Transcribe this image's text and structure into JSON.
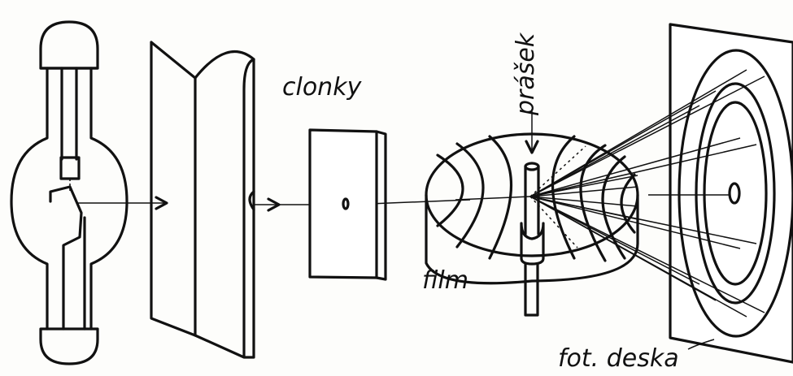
{
  "labels": {
    "apertures": "clonky",
    "powder": "prášek",
    "film": "film",
    "photo_plate": "fot. deska"
  },
  "colors": {
    "ink": "#111111",
    "paper": "#fdfdfb"
  }
}
